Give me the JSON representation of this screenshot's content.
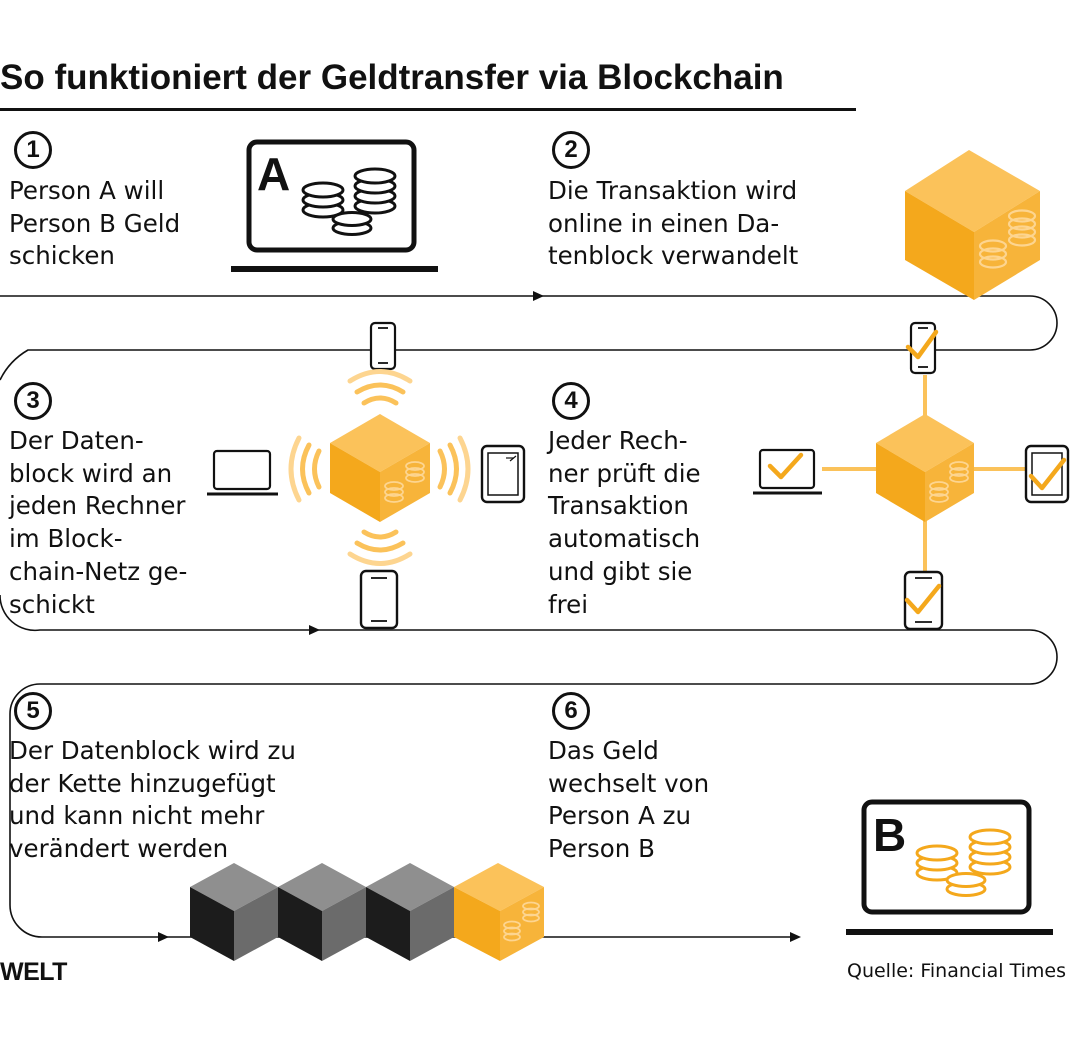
{
  "title": "So funktioniert der Geldtransfer via Blockchain",
  "steps": [
    {
      "number": "1",
      "lines": [
        "Person A will",
        "Person B Geld",
        "schicken"
      ]
    },
    {
      "number": "2",
      "lines": [
        "Die Transaktion wird",
        "online in einen Da-",
        "tenblock verwandelt"
      ]
    },
    {
      "number": "3",
      "lines": [
        "Der Daten-",
        "block wird an",
        "jeden Rechner",
        "im Block-",
        "chain-Netz ge-",
        "schickt"
      ]
    },
    {
      "number": "4",
      "lines": [
        "Jeder Rech-",
        "ner prüft die",
        "Transaktion",
        "automatisch",
        "und gibt sie",
        "frei"
      ]
    },
    {
      "number": "5",
      "lines": [
        "Der Datenblock wird zu",
        "der Kette hinzugefügt",
        "und kann nicht mehr",
        "verändert werden"
      ]
    },
    {
      "number": "6",
      "lines": [
        "Das Geld",
        "wechselt von",
        "Person A zu",
        "Person B"
      ]
    }
  ],
  "screens": {
    "a_label": "A",
    "b_label": "B"
  },
  "footer": {
    "logo": "WELT",
    "source": "Quelle: Financial Times"
  },
  "colors": {
    "orange_front": "#F4A81C",
    "orange_top": "#FBC25A",
    "orange_side": "#F7B43A",
    "orange_light": "#FDD590",
    "gray_front": "#1C1C1C",
    "gray_top": "#8F8F8F",
    "gray_side": "#6B6B6B",
    "ink": "#111111"
  },
  "icons": [
    "laptop-icon",
    "coin-stack-icon",
    "data-block-cube-icon",
    "smartphone-icon",
    "tablet-icon",
    "signal-waves-icon",
    "checkmark-icon",
    "arrowhead-icon",
    "welt-logo"
  ]
}
